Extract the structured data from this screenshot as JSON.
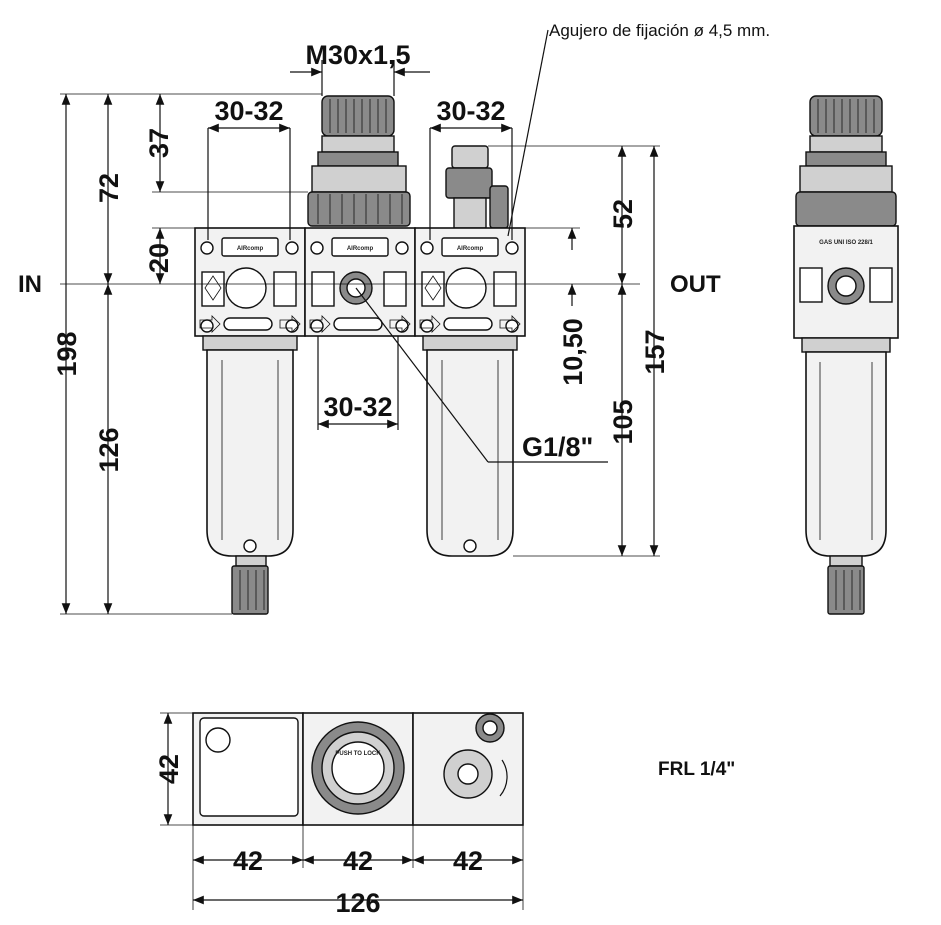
{
  "notes": {
    "mounting_hole": "Agujero de fijación ø 4,5 mm.",
    "model": "FRL 1/4\""
  },
  "ports": {
    "in": "IN",
    "out": "OUT"
  },
  "dimensions": {
    "thread": "M30x1,5",
    "wrench_reg": "30-32",
    "wrench_lub": "30-32",
    "wrench_bottom": "30-32",
    "top_37": "37",
    "top_72": "72",
    "mid_20": "20",
    "total_198": "198",
    "lower_126": "126",
    "right_52": "52",
    "right_1050": "10,50",
    "right_105": "105",
    "right_157": "157",
    "gauge_port": "G1/8\"",
    "plan_w1": "42",
    "plan_w2": "42",
    "plan_w3": "42",
    "plan_total": "126",
    "plan_depth": "42"
  },
  "labels": {
    "brand": "AIRcomp",
    "push_to_lock": "PUSH TO LOCK",
    "gas_std": "GAS UNI ISO 228/1"
  }
}
